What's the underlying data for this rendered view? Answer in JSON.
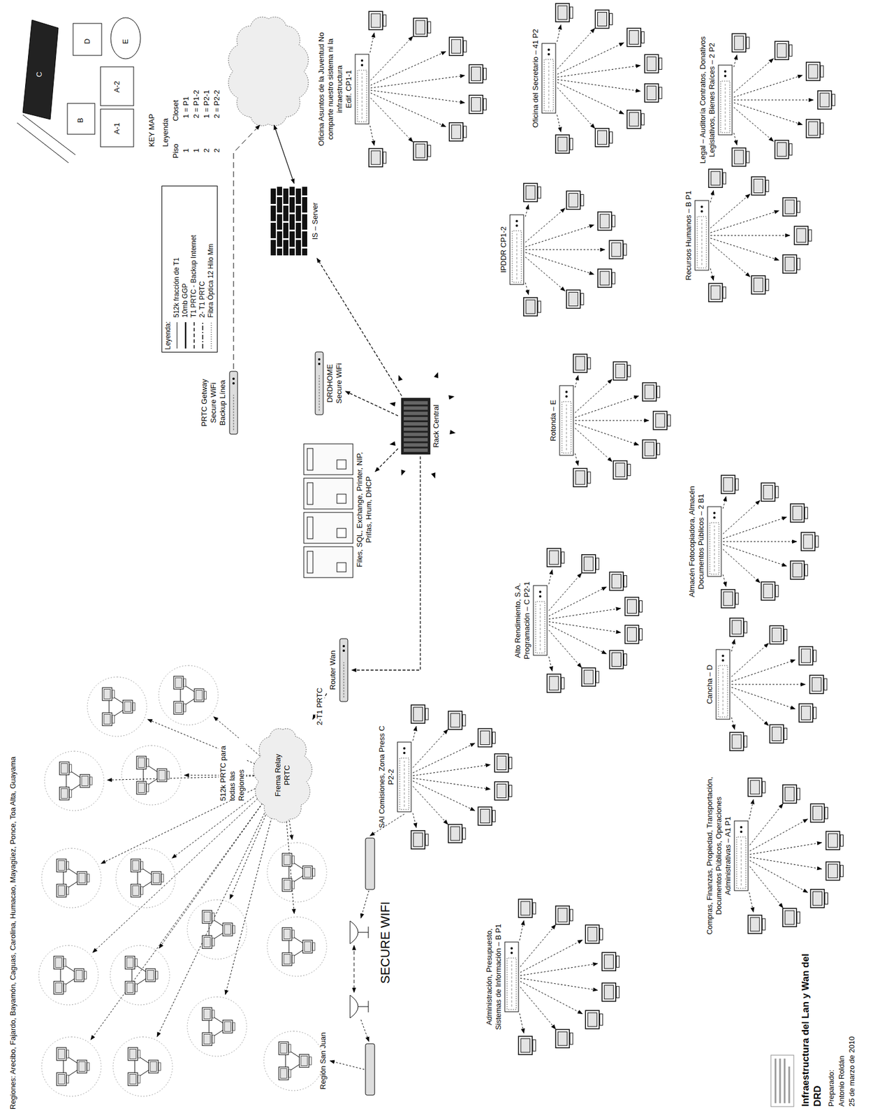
{
  "diagram": {
    "title": "Infraestructura del Lan y Wan del DRD",
    "nodes": [
      {
        "text": [
          "Oficina Asuntos de la Juventud No comparte nuestro sistema ni la infraestructura",
          "Edif. CP1-1"
        ]
      },
      {
        "text": [
          "Oficina del Secretario – 41 P2"
        ]
      },
      {
        "text": [
          "Legal – Auditoría Contratos, Donativos Legislativos, Bienes Raíces – 2 P2"
        ]
      },
      {
        "text": [
          "IPDDR CP1-2"
        ]
      },
      {
        "text": [
          "Recursos Humanos – B P1"
        ]
      },
      {
        "text": [
          "Rotonda – E"
        ]
      },
      {
        "text": [
          "Almacén Fotocopiadora, Almacén Documentos Públicos – 2 B1"
        ]
      },
      {
        "text": [
          "Alto Rendimiento, S.A. Programación – C P2-1"
        ]
      },
      {
        "text": [
          "Cancha – D"
        ]
      },
      {
        "text": [
          "SAI Comisiones, Zona Press C P2-2"
        ]
      },
      {
        "text": [
          "Compras, Finanzas, Propiedad, Transportación, Documentos Públicos, Operaciones Administrativas – A1 P1"
        ]
      },
      {
        "text": [
          "Administración, Presupuesto, Sistemas de Información – B P1"
        ]
      },
      {
        "text": [
          "IS – Server"
        ]
      },
      {
        "text": [
          "Rack Central"
        ]
      },
      {
        "text": [
          "DRDHOME Secure WiFi"
        ]
      },
      {
        "text": [
          "Files, SQL, Exchange, Printer, NIP, Prifas, Hrum, DHCP"
        ]
      },
      {
        "text": [
          "Router Wan"
        ]
      },
      {
        "text": [
          "PRTC Getway Secure WiFi Backup Línea"
        ]
      },
      {
        "text": [
          "Frema Relay PRTC"
        ]
      },
      {
        "text": [
          "Región San Juan"
        ]
      }
    ],
    "edges": [
      {
        "from": 13,
        "to": 12,
        "arrow": "to"
      },
      {
        "from": 13,
        "to": 14,
        "arrow": "to"
      },
      {
        "from": 13,
        "to": 15,
        "arrow": "to"
      },
      {
        "from": 13,
        "to": 16,
        "arrow": "to"
      },
      {
        "from": 16,
        "to": 18,
        "label": "2-T1 PRTC",
        "arrow": "to"
      }
    ],
    "labels": [
      "KEY MAP",
      "C",
      "B",
      "A-1",
      "A-2",
      "D",
      "E",
      "Leyenda",
      "Piso",
      "Closet",
      "1",
      "1 = P1",
      "1",
      "2 = P1-2",
      "2",
      "1 = P2-1",
      "2",
      "2 = P2-2",
      "Leyenda:",
      "512k PRTC para todas las Regiones",
      "Regiones: Arecibo, Fajardo, Bayamón, Caguas, Carolina, Humacao, Mayagüez, Ponce, Toa Alta, Guayama",
      "SECURE WIFI",
      "Preparado:",
      "Antonio Roldán",
      "25 de marzo de 2010"
    ],
    "legend": [
      {
        "text": "512k fracción de T1"
      },
      {
        "text": "10mb GGP"
      },
      {
        "text": "T1 PRTC - Backup Internet"
      },
      {
        "text": "2- T1 PRTC"
      },
      {
        "text": "Fibra Óptica 12 Hilo Mm"
      }
    ]
  }
}
